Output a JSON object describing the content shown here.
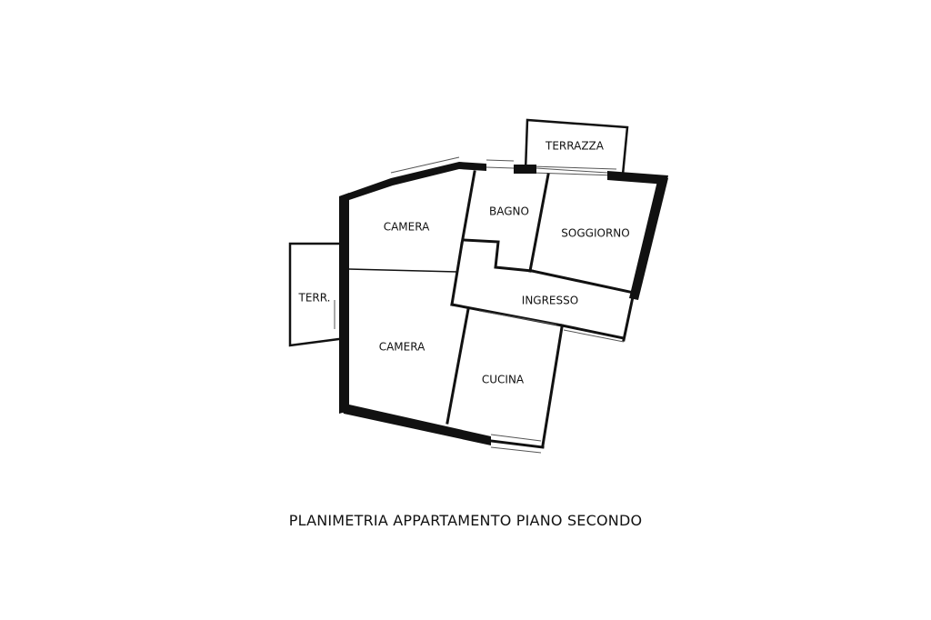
{
  "floorplan": {
    "rooms": {
      "terrazza": "TERRAZZA",
      "bagno": "BAGNO",
      "camera_top": "CAMERA",
      "soggiorno": "SOGGIORNO",
      "terr": "TERR.",
      "ingresso": "INGRESSO",
      "camera_bottom": "CAMERA",
      "cucina": "CUCINA"
    },
    "caption": "PLANIMETRIA APPARTAMENTO PIANO SECONDO"
  }
}
